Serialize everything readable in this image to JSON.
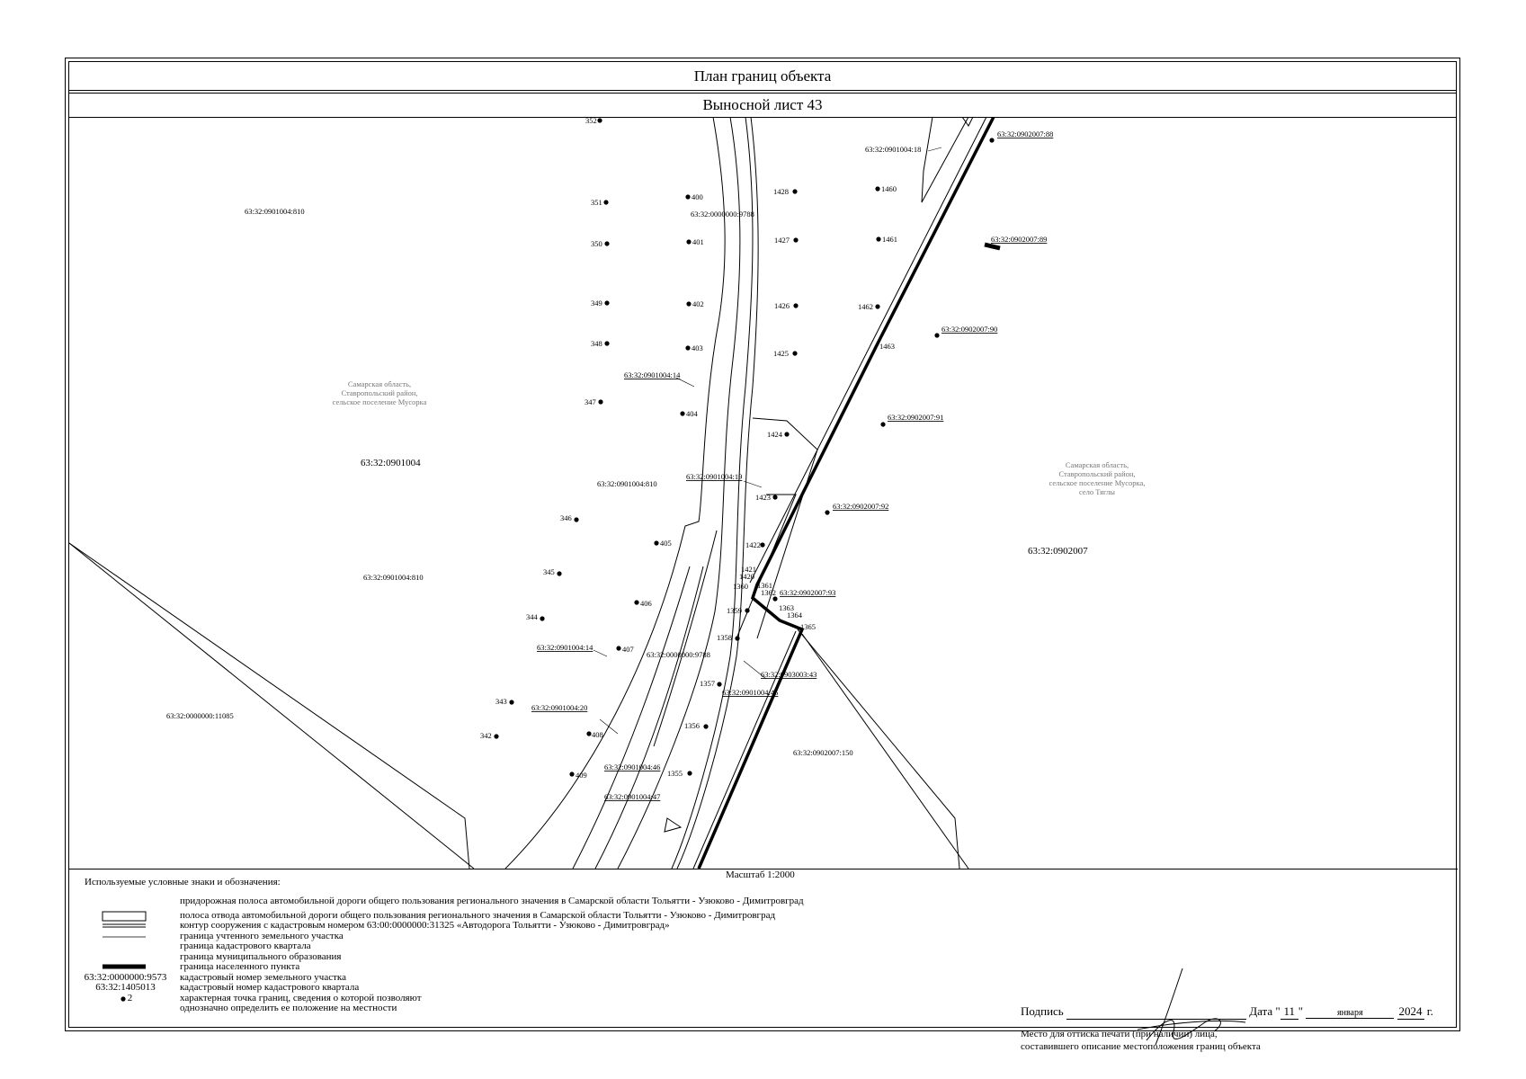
{
  "title": "План границ объекта",
  "subtitle": "Выносной лист 43",
  "scale": "Масштаб 1:2000",
  "map": {
    "parcel_labels": [
      "63:32:0901004:810",
      "63:32:0901004:18",
      "63:32:0902007:88",
      "63:32:0000000:9788",
      "63:32:0902007:89",
      "63:32:0902007:90",
      "63:32:0901004:14",
      "63:32:0902007:91",
      "63:32:0901004:19",
      "63:32:0901004:810",
      "63:32:0902007:92",
      "63:32:0901004:810",
      "63:32:0902007:93",
      "63:32:0901004:14",
      "63:32:0000000:9788",
      "63:32:0903003:43",
      "63:32:0901004:45",
      "63:32:0000000:11085",
      "63:32:0901004:20",
      "63:32:0902007:150",
      "63:32:0901004:46",
      "63:32:0901004:47"
    ],
    "quarter_labels": [
      "63:32:0901004",
      "63:32:0902007"
    ],
    "settlement_left": [
      "Самарская область,",
      "Ставропольский район,",
      "сельское поселение Мусорка"
    ],
    "settlement_right": [
      "Самарская область,",
      "Ставропольский район,",
      "сельское поселение Мусорка,",
      "село Тяглы"
    ],
    "points": [
      "352",
      "351",
      "350",
      "349",
      "348",
      "347",
      "346",
      "345",
      "344",
      "343",
      "342",
      "400",
      "401",
      "402",
      "403",
      "404",
      "405",
      "406",
      "407",
      "408",
      "409",
      "1428",
      "1427",
      "1426",
      "1425",
      "1424",
      "1423",
      "1422",
      "1421",
      "1420",
      "1460",
      "1461",
      "1462",
      "1463",
      "1360",
      "1361",
      "1362",
      "1363",
      "1364",
      "1365",
      "1359",
      "1358",
      "1357",
      "1356",
      "1355"
    ]
  },
  "legend": {
    "title": "Используемые условные знаки и обозначения:",
    "items": [
      {
        "symbol": "",
        "text": "придорожная полоса автомобильной дороги общего пользования регионального значения в Самарской области Тольятти - Узюково - Димитровград"
      },
      {
        "symbol": "",
        "text": "полоса отвода автомобильной дороги общего пользования регионального значения в Самарской области Тольятти - Узюково - Димитровград"
      },
      {
        "symbol": "",
        "text": "контур сооружения с кадастровым номером 63:00:0000000:31325 «Автодорога Тольятти - Узюково - Димитровград»"
      },
      {
        "symbol": "",
        "text": "граница учтенного земельного участка"
      },
      {
        "symbol": "",
        "text": "граница кадастрового квартала"
      },
      {
        "symbol": "",
        "text": "граница муниципального образования"
      },
      {
        "symbol": "",
        "text": "граница населенного пункта"
      },
      {
        "symbol": "63:32:0000000:9573",
        "text": "кадастровый номер земельного участка"
      },
      {
        "symbol": "63:32:1405013",
        "text": "кадастровый номер кадастрового квартала"
      },
      {
        "symbol": "2",
        "text": "характерная точка границ, сведения о которой позволяют"
      },
      {
        "symbol": "",
        "text": "однозначно определить ее положение на местности"
      }
    ]
  },
  "signature": {
    "label": "Подпись",
    "date_label": "Дата",
    "day": "11",
    "month": "января",
    "year": "2024",
    "year_suffix": "г.",
    "place_line1": "Место для оттиска печати (при наличии) лица,",
    "place_line2": "составившего описание местоположения границ объекта"
  }
}
